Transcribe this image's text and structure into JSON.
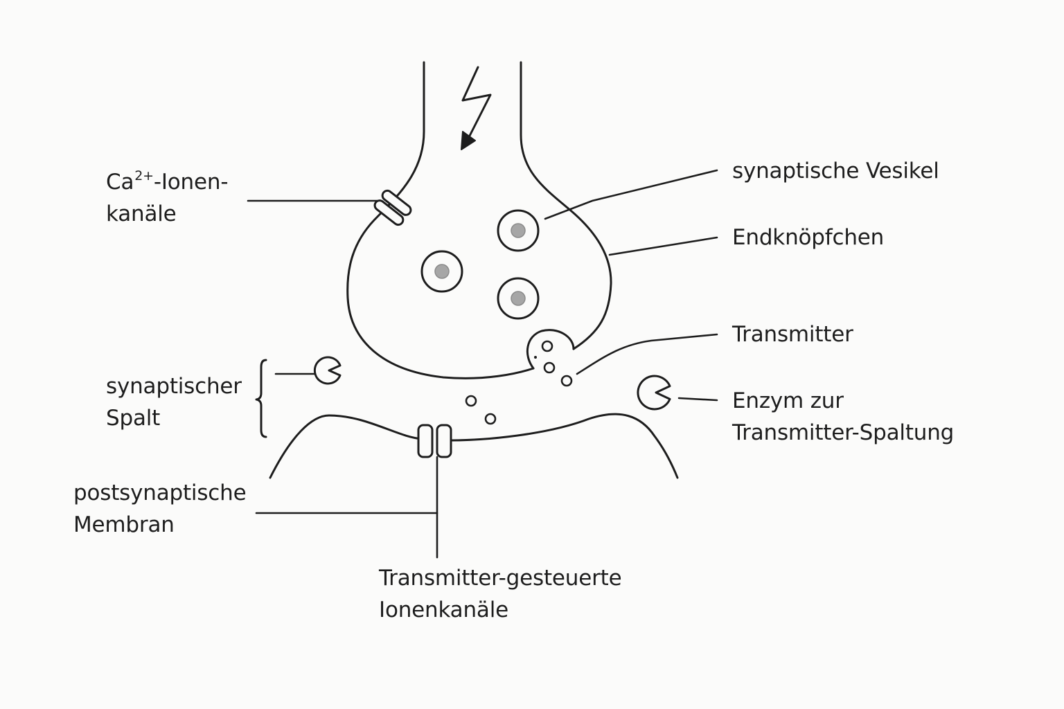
{
  "labels": {
    "ca_channels": {
      "line1_prefix": "Ca",
      "line1_sup": "2+",
      "line1_suffix": "-Ionen-",
      "line2": "kanäle"
    },
    "synaptic_vesicles": "synaptische Vesikel",
    "end_knob": "Endknöpfchen",
    "transmitter": "Transmitter",
    "synaptic_cleft": {
      "line1": "synaptischer",
      "line2": "Spalt"
    },
    "enzyme": {
      "line1": "Enzym zur",
      "line2": "Transmitter-Spaltung"
    },
    "postsynaptic_membrane": {
      "line1": "postsynaptische",
      "line2": "Membran"
    },
    "gated_channels": {
      "line1": "Transmitter-gesteuerte",
      "line2": "Ionenkanäle"
    }
  },
  "icons": {
    "action_potential": "lightning-arrow-icon",
    "enzyme": "pacman-enzyme-icon",
    "ion_channel": "ion-channel-icon"
  },
  "colors": {
    "ink": "#1d1d1d",
    "background": "#fbfbfa",
    "vesicle_core": "#a6a6a6"
  }
}
